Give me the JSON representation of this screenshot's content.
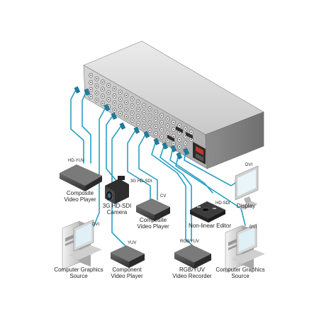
{
  "colors": {
    "cable": "#27a0c4",
    "cable_dark": "#1b7fa0",
    "chassis_top": "#d9d9d9",
    "chassis_front": "#9a9a9a",
    "chassis_back": "#bdbdbd",
    "device": "#3a3a3a",
    "device_light": "#5b5b5b"
  },
  "devices": {
    "composite_player_1": {
      "tag": "HD-YUV",
      "label_line1": "Composite",
      "label_line2": "Video Player"
    },
    "camera": {
      "tag": "3G HD-SDI",
      "label_line1": "3G HD-SDI",
      "label_line2": "Camera"
    },
    "composite_player_2": {
      "tag": "CV",
      "label_line1": "Composite",
      "label_line2": "Video Player"
    },
    "nonlinear_editor": {
      "tag": "HD-SDI",
      "label_line1": "Non-linear Editor"
    },
    "display": {
      "tag": "DVI",
      "label_line1": "Display"
    },
    "computer_left": {
      "tag": "DVI",
      "label_line1": "Computer Graphics",
      "label_line2": "Source"
    },
    "component_player": {
      "tag": "YUV",
      "label_line1": "Component",
      "label_line2": "Video Player"
    },
    "recorder": {
      "tag": "RGB/YUV",
      "label_line1": "RGB/YUV",
      "label_line2": "Video Recorder"
    },
    "computer_right": {
      "tag": "DVI",
      "label_line1": "Computer Graphics",
      "label_line2": "Source"
    }
  }
}
